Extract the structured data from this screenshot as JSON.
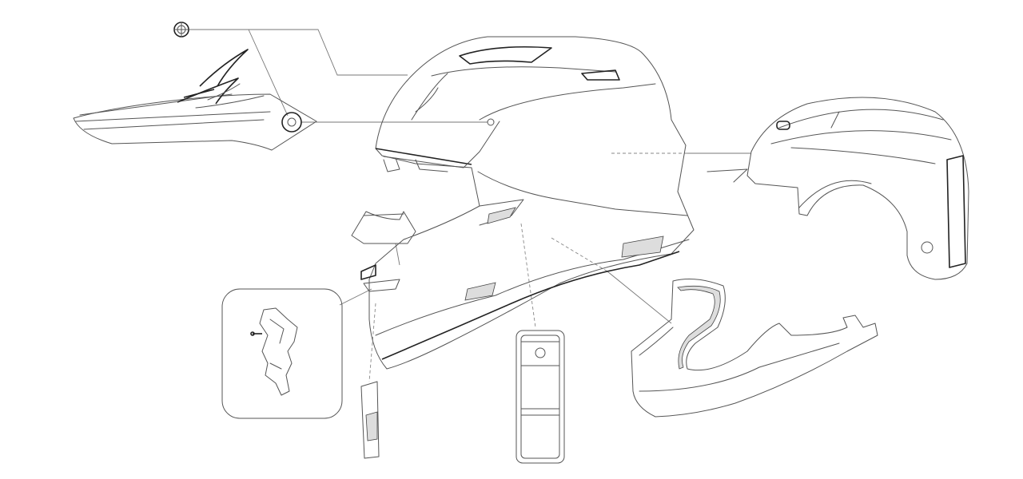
{
  "diagram": {
    "type": "exploded-view line drawing",
    "parts": [
      "screw",
      "visor-peak",
      "visor-screw",
      "helmet-shell",
      "comfort-liner",
      "mouth-vent",
      "detail-inset",
      "chin-strap-part",
      "chin-strap-cover",
      "cheek-pad"
    ],
    "colors": {
      "background": "#ffffff",
      "line": "#555555",
      "accent_line": "#222222"
    }
  }
}
